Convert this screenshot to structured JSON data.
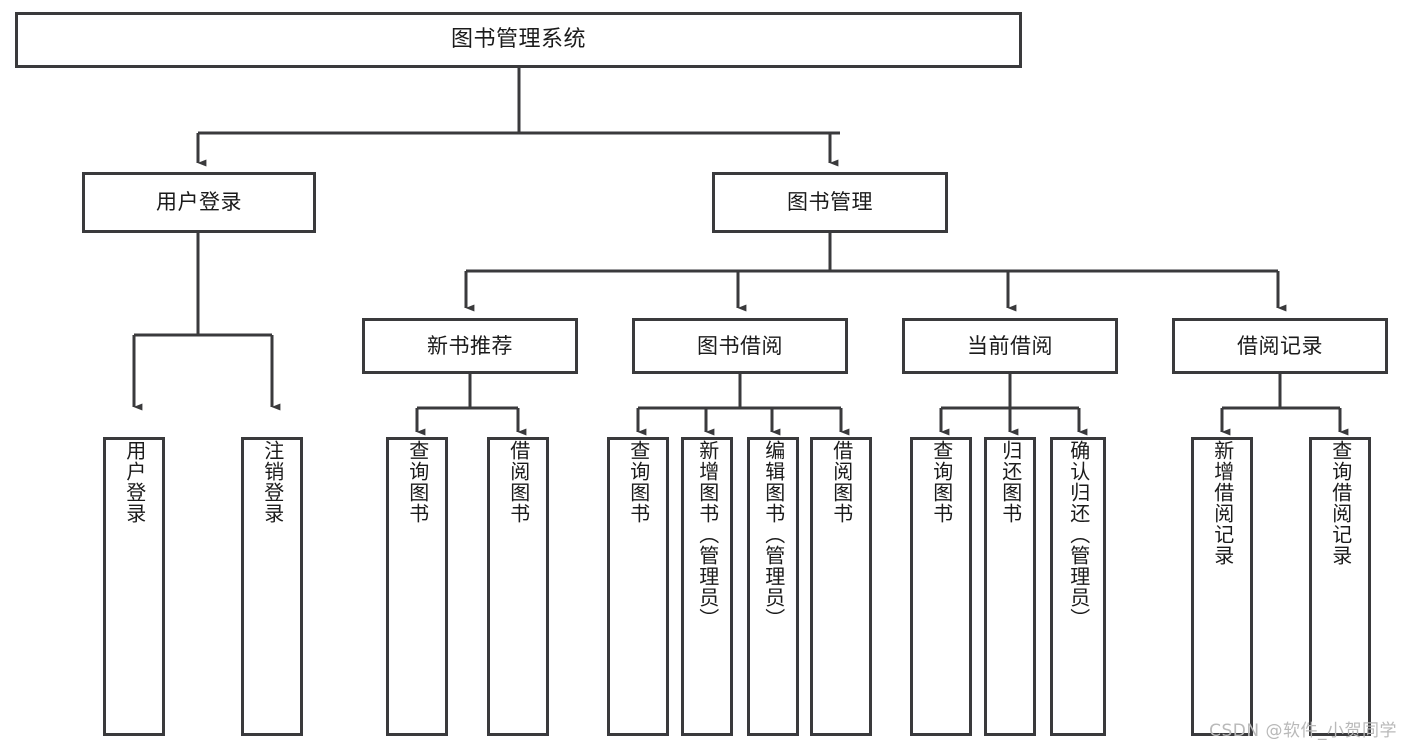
{
  "diagram": {
    "title": "图书管理系统",
    "type": "tree-hierarchy-chart",
    "orientation": "top-down",
    "line_color": "#3a3a3c",
    "box_fill": "#ffffff",
    "background": "#ffffff",
    "levels": 4
  },
  "nodes": {
    "root": {
      "label": "图书管理系统"
    },
    "level2": [
      {
        "label": "用户登录"
      },
      {
        "label": "图书管理"
      }
    ],
    "level3": [
      {
        "label": "新书推荐"
      },
      {
        "label": "图书借阅"
      },
      {
        "label": "当前借阅"
      },
      {
        "label": "借阅记录"
      }
    ],
    "leaves": {
      "user_login": [
        {
          "label": "用户登录"
        },
        {
          "label": "注销登录"
        }
      ],
      "new_book_recommend": [
        {
          "label": "查询图书"
        },
        {
          "label": "借阅图书"
        }
      ],
      "book_borrow": [
        {
          "label": "查询图书"
        },
        {
          "label": "新增图书（管理员）"
        },
        {
          "label": "编辑图书（管理员）"
        },
        {
          "label": "借阅图书"
        }
      ],
      "current_borrow": [
        {
          "label": "查询图书"
        },
        {
          "label": "归还图书"
        },
        {
          "label": "确认归还（管理员）"
        }
      ],
      "borrow_record": [
        {
          "label": "新增借阅记录"
        },
        {
          "label": "查询借阅记录"
        }
      ]
    }
  },
  "watermark": {
    "text": "CSDN @软件_小贺同学"
  }
}
